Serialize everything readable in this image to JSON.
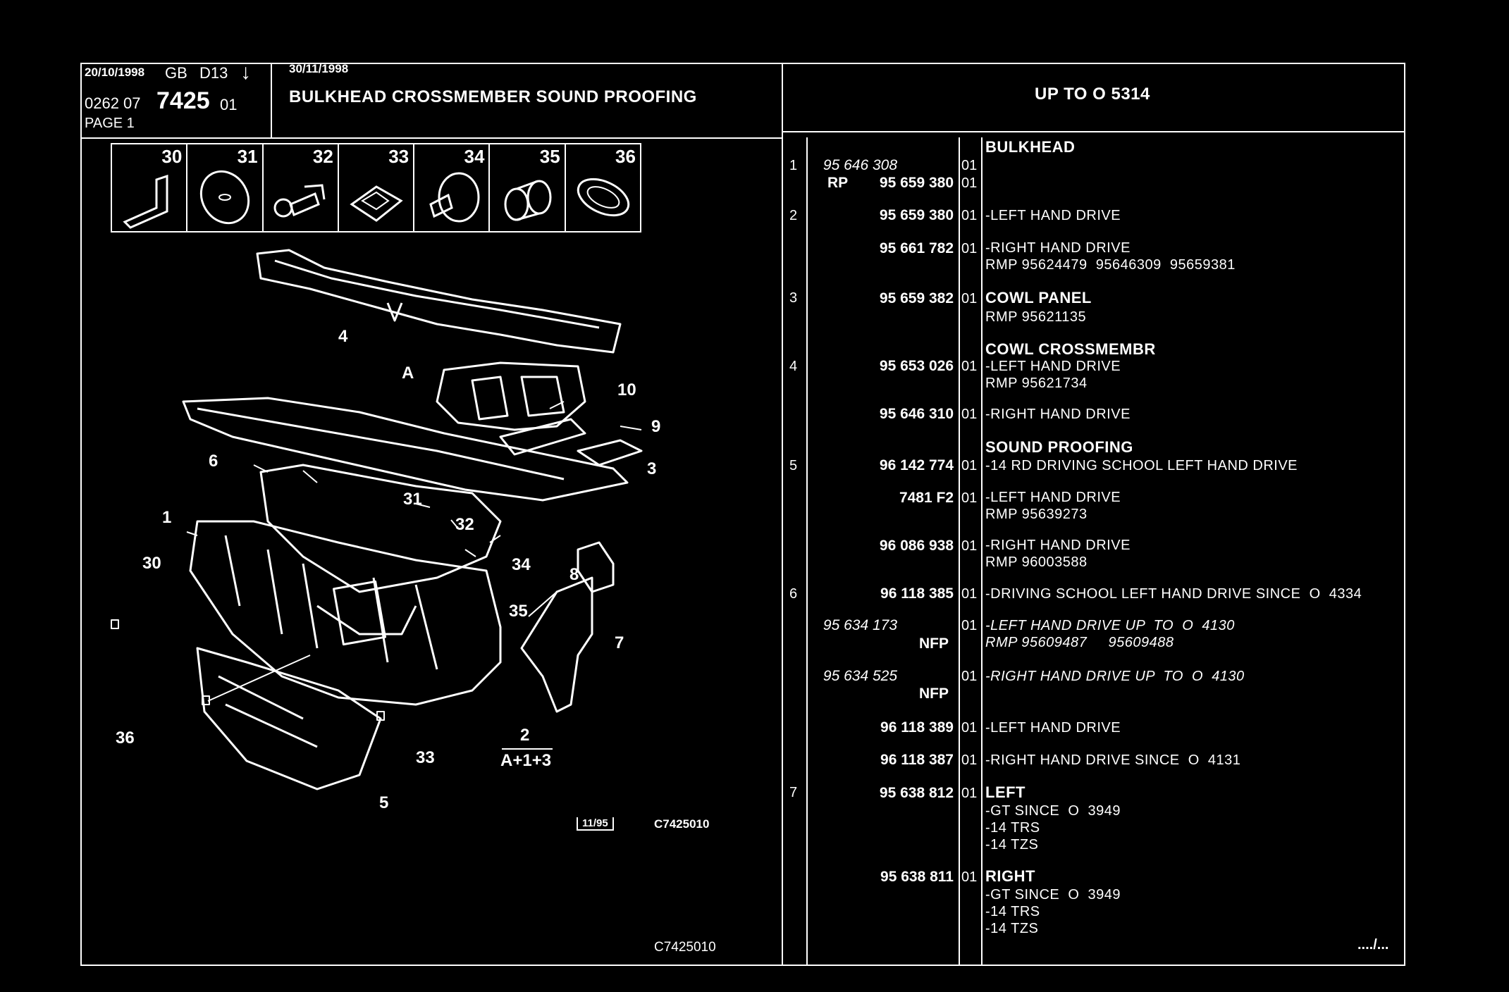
{
  "header": {
    "date": "20/10/1998",
    "region": "GB",
    "model": "D13",
    "arrow": "↓",
    "code_prefix": "0262 07",
    "code_main": "7425",
    "code_suffix": "01",
    "page": "PAGE 1",
    "date2": "30/11/1998",
    "title": "BULKHEAD CROSSMEMBER SOUND PROOFING",
    "range": "UP TO O  5314"
  },
  "thumbnails": [
    "30",
    "31",
    "32",
    "33",
    "34",
    "35",
    "36"
  ],
  "diagram": {
    "callouts": [
      "4",
      "A",
      "10",
      "9",
      "3",
      "6",
      "31",
      "32",
      "1",
      "34",
      "30",
      "8",
      "35",
      "7",
      "36",
      "2",
      "A+1+3",
      "33",
      "5"
    ],
    "stamp": "11/95",
    "ref_code": "C7425010",
    "footer_code": "C7425010"
  },
  "parts": [
    {
      "pos": "1",
      "ref": "95 646 308",
      "italic": true,
      "qty": "01",
      "heading": "BULKHEAD",
      "desc": ""
    },
    {
      "pos": "",
      "prefix": "RP",
      "ref": "95 659 380",
      "qty": "01",
      "heading": "",
      "desc": ""
    },
    {
      "pos": "2",
      "ref": "95 659 380",
      "qty": "01",
      "heading": "",
      "desc": "-LEFT HAND DRIVE"
    },
    {
      "pos": "",
      "ref": "95 661 782",
      "qty": "01",
      "heading": "",
      "desc": "-RIGHT HAND DRIVE\nRMP 95624479  95646309  95659381"
    },
    {
      "pos": "3",
      "ref": "95 659 382",
      "qty": "01",
      "heading": "COWL PANEL",
      "desc": "RMP 95621135"
    },
    {
      "pos": "",
      "ref": "",
      "qty": "",
      "heading": "COWL CROSSMEMBR",
      "desc": ""
    },
    {
      "pos": "4",
      "ref": "95 653 026",
      "qty": "01",
      "heading": "",
      "desc": "-LEFT HAND DRIVE\nRMP 95621734"
    },
    {
      "pos": "",
      "ref": "95 646 310",
      "qty": "01",
      "heading": "",
      "desc": "-RIGHT HAND DRIVE"
    },
    {
      "pos": "",
      "ref": "",
      "qty": "",
      "heading": "SOUND PROOFING",
      "desc": ""
    },
    {
      "pos": "5",
      "ref": "96 142 774",
      "qty": "01",
      "heading": "",
      "desc": "-14 RD DRIVING SCHOOL LEFT HAND DRIVE"
    },
    {
      "pos": "",
      "ref": "7481 F2",
      "qty": "01",
      "heading": "",
      "desc": "-LEFT HAND DRIVE\nRMP 95639273"
    },
    {
      "pos": "",
      "ref": "96 086 938",
      "qty": "01",
      "heading": "",
      "desc": "-RIGHT HAND DRIVE\nRMP 96003588"
    },
    {
      "pos": "6",
      "ref": "96 118 385",
      "qty": "01",
      "heading": "",
      "desc": "-DRIVING SCHOOL LEFT HAND DRIVE SINCE  O  4334"
    },
    {
      "pos": "",
      "ref": "95 634 173",
      "italic": true,
      "prefix2": "NFP",
      "qty": "01",
      "heading": "",
      "desc": "-LEFT HAND DRIVE UP  TO  O  4130\nRMP 95609487     95609488",
      "desc_italic": true
    },
    {
      "pos": "",
      "ref": "95 634 525",
      "italic": true,
      "prefix2": "NFP",
      "qty": "01",
      "heading": "",
      "desc": "-RIGHT HAND DRIVE UP  TO  O  4130",
      "desc_italic": true
    },
    {
      "pos": "",
      "ref": "96 118 389",
      "qty": "01",
      "heading": "",
      "desc": "-LEFT HAND DRIVE"
    },
    {
      "pos": "",
      "ref": "96 118 387",
      "qty": "01",
      "heading": "",
      "desc": "-RIGHT HAND DRIVE SINCE  O  4131"
    },
    {
      "pos": "7",
      "ref": "95 638 812",
      "qty": "01",
      "heading": "LEFT",
      "desc": "-GT SINCE  O  3949\n-14 TRS\n-14 TZS"
    },
    {
      "pos": "",
      "ref": "95 638 811",
      "qty": "01",
      "heading": "RIGHT",
      "desc": "-GT SINCE  O  3949\n-14 TRS\n-14 TZS"
    }
  ],
  "continued": "..../..."
}
